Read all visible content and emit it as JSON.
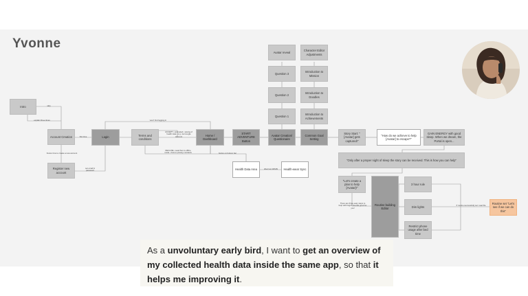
{
  "persona": {
    "name": "Yvonne"
  },
  "nodes": {
    "intro": "Intro",
    "account_creation": "Account Creation",
    "register_new_account": "Register new account",
    "login": "Login",
    "terms_conditions": "Terms and conditions",
    "home_dashboard": "Home / Dashboard",
    "start_adventure": "START ADVENTURE Button",
    "avatar_creation": "Avatar Creation/ Questionaire",
    "common_goal": "Common Goal Setting",
    "avatar_reveal": "Avatar reveal",
    "question_3": "Question 3",
    "question_2": "Question 2",
    "question_1": "Question 1",
    "character_editor": "Character Editor Adjustments",
    "intro_mission": "Introduction to Mission",
    "intro_doodles": "Introduction to Doodles",
    "intro_achievements": "Introduction to Achievements",
    "story_start": "Story Start: \"[Avatar] gets captured!\"",
    "how_achieve": "\"How do we achieve to help [Avatar] to escape?\"",
    "gain_energy": "GAIN ENERGY with good sleep. When we dream, the Portal is open...",
    "only_after": "\"Only after a proper night of sleep the story can be received. This is how you can help\"",
    "lets_create_plan": "\"Let's create a plan to help [Avatar]!\"",
    "routine_editor": "Routine building Editor",
    "hour_rule": "3 hour rule",
    "dim_lights": "Dim lights",
    "restrict_phone": "Restrict phone usage after bed time",
    "routine_set": "Routine set \"Let's see if we can do this\"",
    "health_data_area": "Health Data Area",
    "health_wear_sync": "Health-wear Sync"
  },
  "notes": {
    "skip": "skip",
    "explain_three_times": "explain three times",
    "first_time": "first time",
    "future_how_to": "Future how to create a new account",
    "set_email_password": "set email & password",
    "wont_find_logging_in": "won't find logging in",
    "accept": "ACCEPT • encrypted • saving of health data • e.g. via Google Account",
    "decline": "DECLINE • searches to offline mode • how to privacy contracts",
    "button_bottom_bar": "button on bottom bar",
    "sent_via_sync": "direct as GPHW",
    "easy_steps": "There are three easy steps to help with bugs? Sounds good for you!",
    "if_routine_successfully_set": "If routine successfully set: read file"
  },
  "story": {
    "prefix": "As a ",
    "role": "unvoluntary early bird",
    "mid1": ", I want to ",
    "goal": "get an overview of my collected health data inside the same app",
    "mid2": ", so that ",
    "benefit": "it helps me improving it",
    "suffix": "."
  },
  "colors": {
    "canvas": "#f3f3f3",
    "node": "#c9c9c9",
    "node_dark": "#9d9d9d",
    "accent": "#f6c69f",
    "story_bg": "#f7f6f1"
  }
}
